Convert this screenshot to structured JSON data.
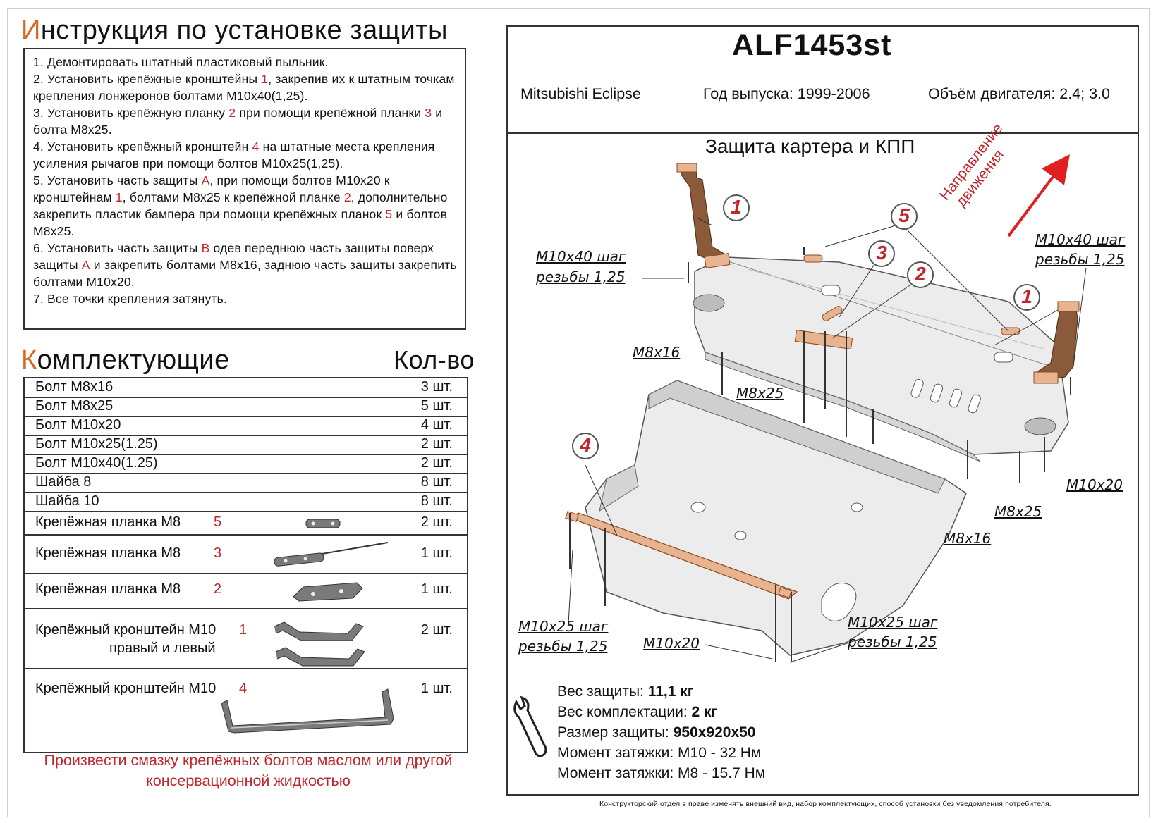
{
  "instructions": {
    "title_first": "И",
    "title_rest": "нструкция по установке защиты",
    "items": [
      {
        "text": "1.   Демонтировать штатный пластиковый пыльник."
      },
      {
        "pre": "2.   Установить крепёжные кронштейны ",
        "num": "1",
        "post": ", закрепив их к штатным точкам крепления лонжеронов болтами М10х40(1,25)."
      },
      {
        "pre": "3.   Установить крепёжную планку ",
        "num": "2",
        "mid": " при помощи крепёжной планки ",
        "num2": "3",
        "post": " и болта М8х25."
      },
      {
        "pre": "4.   Установить крепёжный кронштейн ",
        "num": "4",
        "post": " на штатные места крепления усиления рычагов при помощи болтов М10х25(1,25)."
      },
      {
        "pre": "5.   Установить часть защиты ",
        "num": "А",
        "mid": ", при помощи болтов М10х20 к кронштейнам ",
        "num2": "1",
        "mid2": ", болтами М8х25 к крепёжной планке ",
        "num3": "2",
        "mid3": ", дополнительно закрепить пластик бампера при помощи крепёжных планок ",
        "num4": "5",
        "post": " и болтов М8х25."
      },
      {
        "pre": "6.   Установить часть защиты ",
        "num": "В",
        "mid": " одев переднюю часть защиты поверх защиты ",
        "num2": "А",
        "post": " и закрепить болтами М8х16, заднюю часть защиты закрепить болтами М10х20."
      },
      {
        "text": "7.   Все точки крепления затянуть."
      }
    ]
  },
  "parts": {
    "title_first": "К",
    "title_rest": "омплектующие",
    "qty_header": "Кол-во",
    "rows": [
      {
        "name": "Болт М8х16",
        "num": "",
        "qty": "3 шт."
      },
      {
        "name": "Болт М8х25",
        "num": "",
        "qty": "5 шт."
      },
      {
        "name": "Болт М10х20",
        "num": "",
        "qty": "4 шт."
      },
      {
        "name": "Болт М10х25(1.25)",
        "num": "",
        "qty": "2 шт."
      },
      {
        "name": "Болт М10х40(1.25)",
        "num": "",
        "qty": "2 шт."
      },
      {
        "name": "Шайба 8",
        "num": "",
        "qty": "8 шт."
      },
      {
        "name": "Шайба 10",
        "num": "",
        "qty": "8 шт."
      },
      {
        "name": "Крепёжная планка М8",
        "num": "5",
        "qty": "2 шт."
      },
      {
        "name": "Крепёжная планка М8",
        "num": "3",
        "qty": "1 шт."
      },
      {
        "name": "Крепёжная планка М8",
        "num": "2",
        "qty": "1 шт."
      },
      {
        "name": "Крепёжный кронштейн М10",
        "name2": "правый и левый",
        "num": "1",
        "qty": "2 шт."
      },
      {
        "name": "Крепёжный кронштейн М10",
        "num": "4",
        "qty": "1 шт."
      }
    ]
  },
  "notice": "Произвести смазку крепёжных болтов маслом или другой консервационной жидкостью",
  "product": {
    "model": "ALF1453st",
    "car": "Mitsubishi Eclipse",
    "year": "Год выпуска: 1999-2006",
    "engine": "Объём двигателя: 2.4; 3.0",
    "diagram_title": "Защита картера и КПП",
    "direction_line1": "Направление",
    "direction_line2": "движения"
  },
  "labels": {
    "m10x40_left_1": "М10х40 шаг",
    "m10x40_left_2": "резьбы 1,25",
    "m10x40_right_1": "М10х40 шаг",
    "m10x40_right_2": "резьбы 1,25",
    "m8x16_a": "М8х16",
    "m8x25_a": "М8х25",
    "m10x20_a": "М10х20",
    "m8x25_b": "М8х25",
    "m8x16_b": "М8х16",
    "m10x25_left_1": "М10х25 шаг",
    "m10x25_left_2": "резьбы 1,25",
    "m10x20_b": "М10х20",
    "m10x25_right_1": "М10х25 шаг",
    "m10x25_right_2": "резьбы 1,25",
    "callout_1a": "1",
    "callout_5": "5",
    "callout_3": "3",
    "callout_2": "2",
    "callout_1b": "1",
    "callout_4": "4"
  },
  "specs": {
    "weight_label": "Вес защиты: ",
    "weight_value": "11,1 кг",
    "kit_label": "Вес комплектации: ",
    "kit_value": "2 кг",
    "size_label": "Размер защиты: ",
    "size_value": "950х920х50",
    "torque10_label": "Момент затяжки:  ",
    "torque10_value": "М10 - 32 Нм",
    "torque8_label": "Момент затяжки:  ",
    "torque8_value": "М8 - 15.7 Нм"
  },
  "footer": "Конструкторский отдел в праве изменять внешний вид, набор комплектующих, способ установки без уведомления потребителя.",
  "colors": {
    "accent_orange": "#d9661f",
    "accent_red": "#c0262b",
    "bracket_copper": "#e8b48f",
    "plate_gray": "#ececec"
  }
}
